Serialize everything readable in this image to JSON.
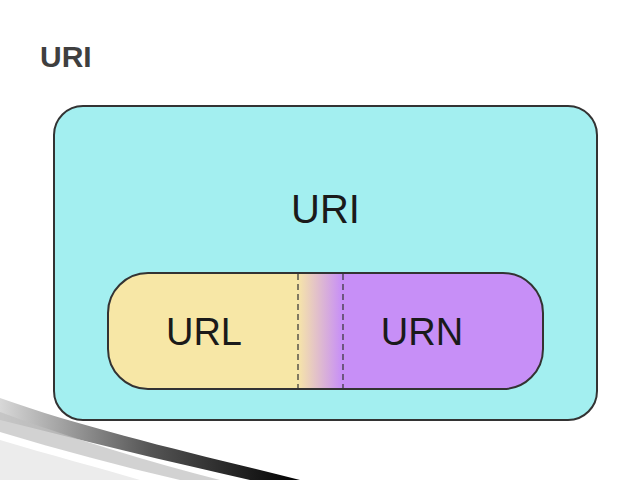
{
  "diagram": {
    "title": "URI",
    "nodes": [
      {
        "text": [
          "URI"
        ]
      },
      {
        "text": [
          "URL"
        ],
        "in": 0
      },
      {
        "text": [
          "URN"
        ],
        "in": 0
      }
    ]
  }
}
